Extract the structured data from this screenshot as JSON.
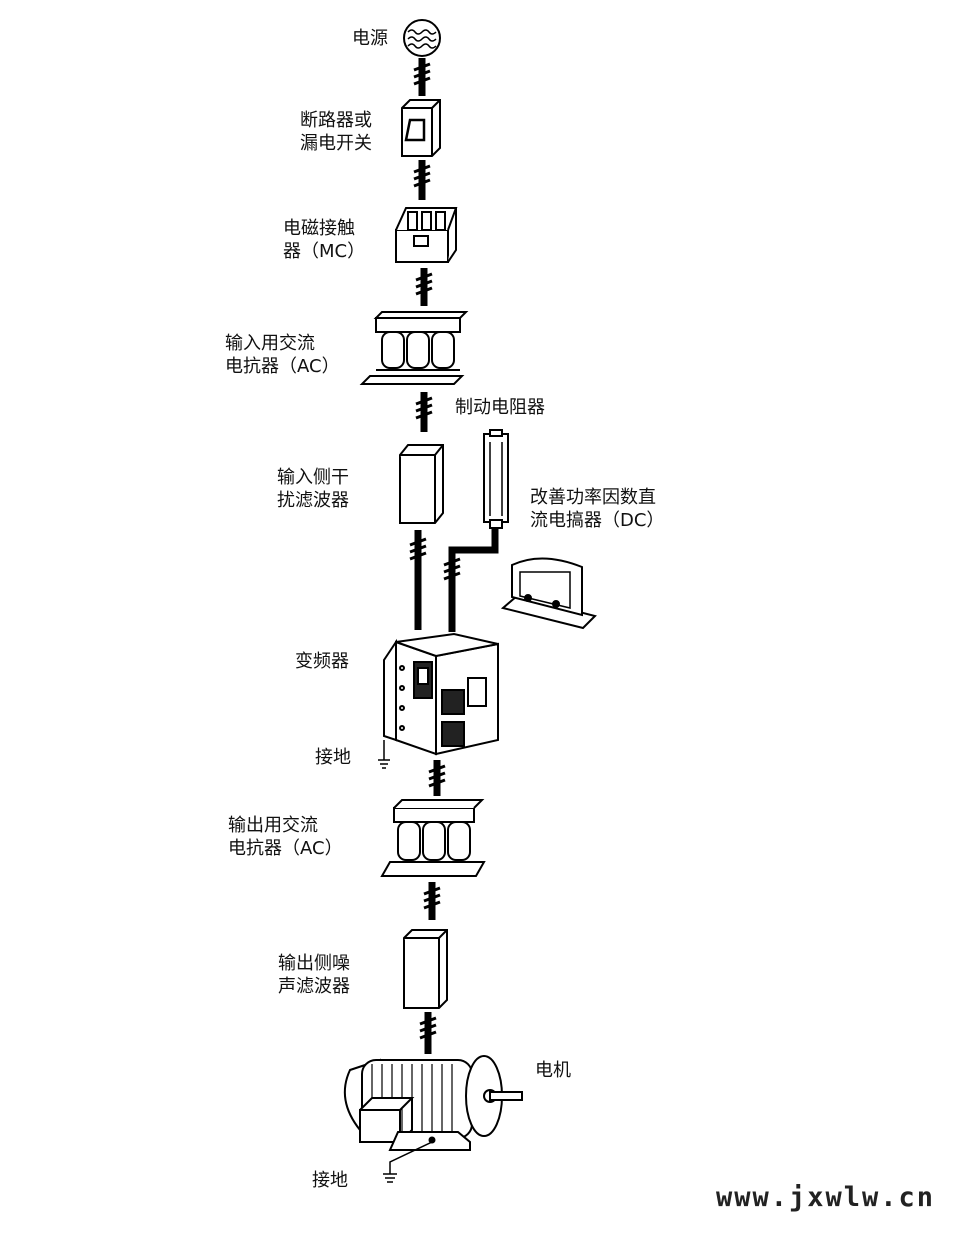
{
  "labels": {
    "power": "电源",
    "breaker": [
      "断路器或",
      "漏电开关"
    ],
    "contactor": [
      "电磁接触",
      "器（MC）"
    ],
    "input_reactor": [
      "输入用交流",
      "电抗器（AC）"
    ],
    "brake_resistor": "制动电阻器",
    "input_filter": [
      "输入侧干",
      "扰滤波器"
    ],
    "dc_reactor": [
      "改善功率因数直",
      "流电搞器（DC）"
    ],
    "inverter": "变频器",
    "inverter_ground": "接地",
    "output_reactor": [
      "输出用交流",
      "电抗器（AC）"
    ],
    "output_filter": [
      "输出侧噪",
      "声滤波器"
    ],
    "motor": "电机",
    "motor_ground": "接地"
  },
  "watermark": "www.jxwlw.cn"
}
